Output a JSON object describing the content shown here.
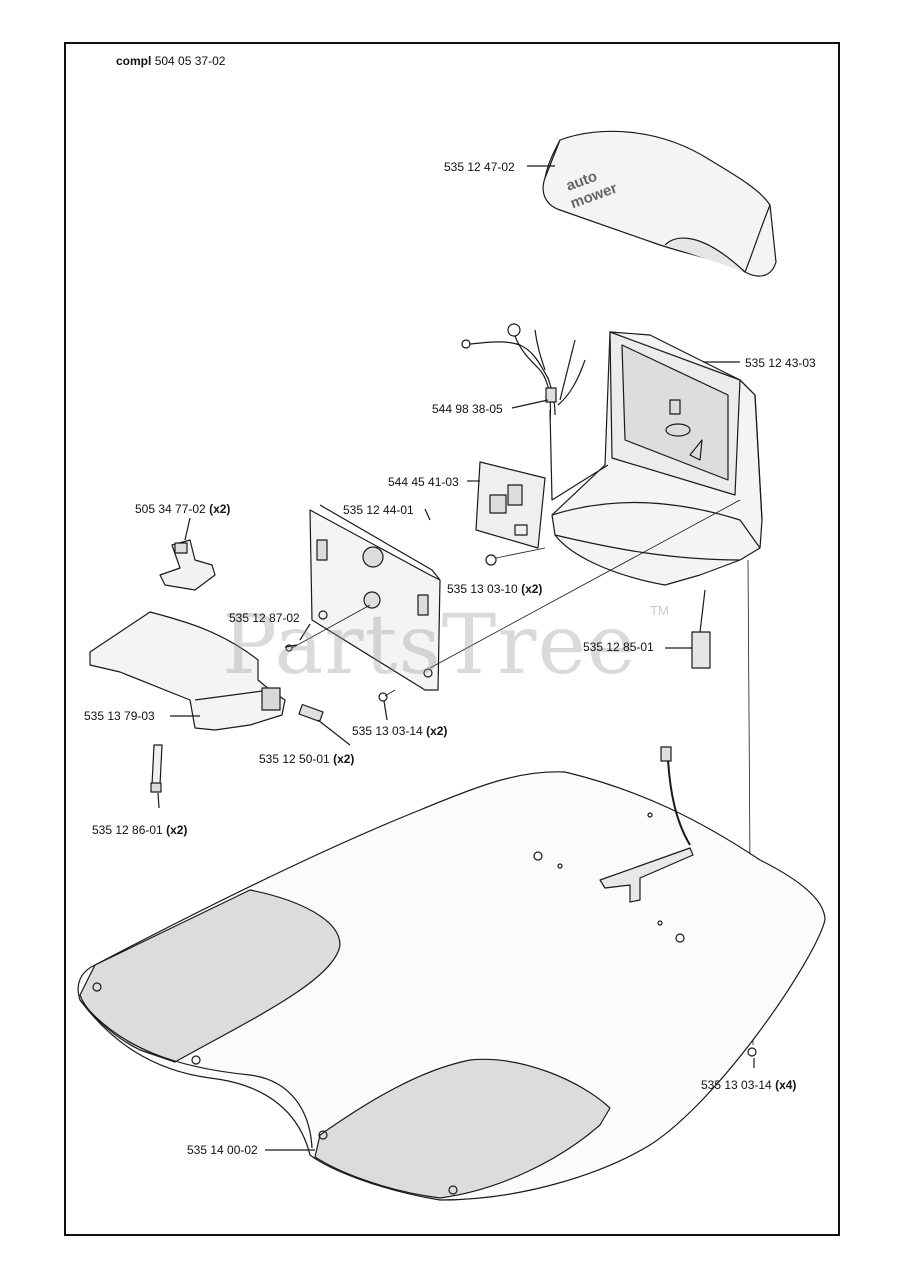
{
  "header": {
    "prefix": "compl",
    "part_number": "504 05 37-02"
  },
  "watermark": {
    "text": "PartsTree",
    "tm": "TM"
  },
  "logo_text": {
    "line1": "auto",
    "line2": "mower"
  },
  "parts": [
    {
      "id": "p1",
      "number": "535 12 47-02",
      "qty": ""
    },
    {
      "id": "p2",
      "number": "535 12 43-03",
      "qty": ""
    },
    {
      "id": "p3",
      "number": "544 98 38-05",
      "qty": ""
    },
    {
      "id": "p4",
      "number": "544 45 41-03",
      "qty": ""
    },
    {
      "id": "p5",
      "number": "505 34 77-02",
      "qty": "(x2)"
    },
    {
      "id": "p6",
      "number": "535 12 44-01",
      "qty": ""
    },
    {
      "id": "p7",
      "number": "535 13 03-10",
      "qty": "(x2)"
    },
    {
      "id": "p8",
      "number": "535 12 87-02",
      "qty": ""
    },
    {
      "id": "p9",
      "number": "535 12 85-01",
      "qty": ""
    },
    {
      "id": "p10",
      "number": "535 13 79-03",
      "qty": ""
    },
    {
      "id": "p11",
      "number": "535 13 03-14",
      "qty": "(x2)"
    },
    {
      "id": "p12",
      "number": "535 12 50-01",
      "qty": "(x2)"
    },
    {
      "id": "p13",
      "number": "535 12 86-01",
      "qty": "(x2)"
    },
    {
      "id": "p14",
      "number": "535 13 03-14",
      "qty": "(x4)"
    },
    {
      "id": "p15",
      "number": "535 14 00-02",
      "qty": ""
    }
  ],
  "colors": {
    "line": "#1a1a1a",
    "fill_light": "#f2f2f2",
    "fill_shade": "#e0e0e0",
    "plate_shade": "#dcdcdc"
  }
}
